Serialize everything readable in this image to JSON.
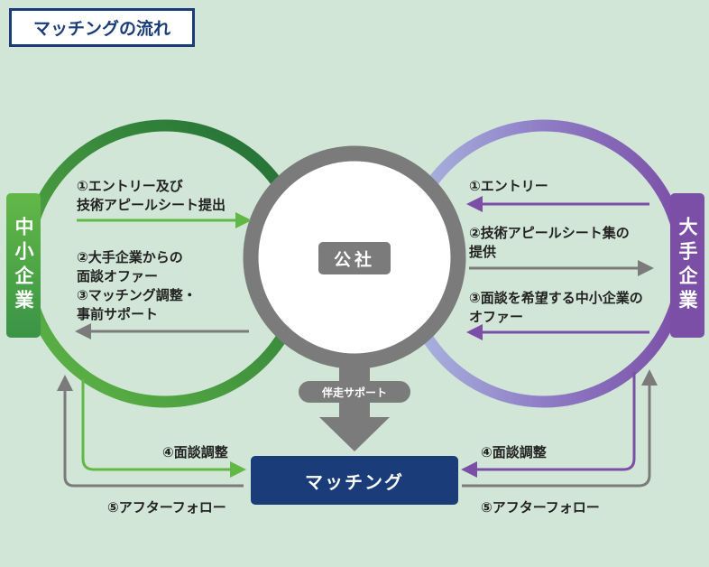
{
  "title": "マッチングの流れ",
  "left_party": "中小企業",
  "right_party": "大手企業",
  "center_party": "公社",
  "support_label": "伴走サポート",
  "result_label": "マッチング",
  "left_flows": {
    "f1": "①エントリー及び\n技術アピールシート提出",
    "f2": "②大手企業からの\n面談オファー\n③マッチング調整・\n事前サポート",
    "f4": "④面談調整",
    "f5": "⑤アフターフォロー"
  },
  "right_flows": {
    "f1": "①エントリー",
    "f2": "②技術アピールシート集の\n提供",
    "f3": "③面談を希望する中小企業の\nオファー",
    "f4": "④面談調整",
    "f5": "⑤アフターフォロー"
  },
  "colors": {
    "background": "#d1e6d6",
    "navy": "#1a3d7a",
    "green_dark": "#1e6b35",
    "green_light": "#62b846",
    "purple": "#7b4fa6",
    "purple_light": "#aab8e0",
    "gray": "#7b7b7b"
  }
}
